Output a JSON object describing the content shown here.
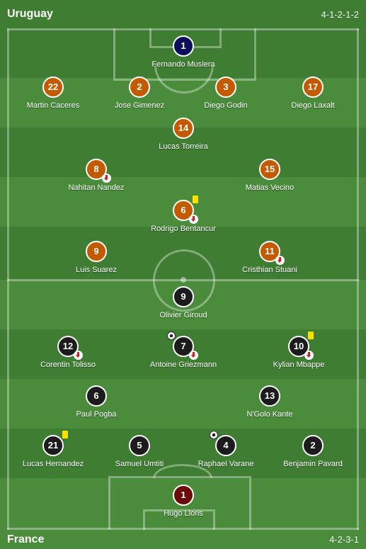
{
  "colors": {
    "pitch_dark": "#3f7d33",
    "pitch_light": "#4a8c3c",
    "uruguay_player": "#c45a00",
    "uruguay_keeper": "#0b0f5a",
    "france_player": "#1c1c1c",
    "france_keeper": "#6a0a0a",
    "yellow_card": "#ffe000",
    "sub_arrow": "#d41c1c"
  },
  "home": {
    "name": "Uruguay",
    "formation": "4-1-2-1-2",
    "players": [
      {
        "number": "1",
        "name": "Fernando Muslera",
        "role": "keeper",
        "sub": false,
        "yellow": false,
        "goal": false
      },
      {
        "number": "22",
        "name": "Martin Caceres",
        "role": "outfield",
        "sub": false,
        "yellow": false,
        "goal": false
      },
      {
        "number": "2",
        "name": "Jose Gimenez",
        "role": "outfield",
        "sub": false,
        "yellow": false,
        "goal": false
      },
      {
        "number": "3",
        "name": "Diego Godin",
        "role": "outfield",
        "sub": false,
        "yellow": false,
        "goal": false
      },
      {
        "number": "17",
        "name": "Diego Laxalt",
        "role": "outfield",
        "sub": false,
        "yellow": false,
        "goal": false
      },
      {
        "number": "14",
        "name": "Lucas Torreira",
        "role": "outfield",
        "sub": false,
        "yellow": false,
        "goal": false
      },
      {
        "number": "8",
        "name": "Nahitan Nandez",
        "role": "outfield",
        "sub": true,
        "yellow": false,
        "goal": false
      },
      {
        "number": "15",
        "name": "Matias Vecino",
        "role": "outfield",
        "sub": false,
        "yellow": false,
        "goal": false
      },
      {
        "number": "6",
        "name": "Rodrigo Bentancur",
        "role": "outfield",
        "sub": true,
        "yellow": true,
        "goal": false
      },
      {
        "number": "9",
        "name": "Luis Suarez",
        "role": "outfield",
        "sub": false,
        "yellow": false,
        "goal": false
      },
      {
        "number": "11",
        "name": "Cristhian Stuani",
        "role": "outfield",
        "sub": true,
        "yellow": false,
        "goal": false
      }
    ]
  },
  "away": {
    "name": "France",
    "formation": "4-2-3-1",
    "players": [
      {
        "number": "9",
        "name": "Olivier Giroud",
        "role": "outfield",
        "sub": false,
        "yellow": false,
        "goal": false
      },
      {
        "number": "12",
        "name": "Corentin Tolisso",
        "role": "outfield",
        "sub": true,
        "yellow": false,
        "goal": false
      },
      {
        "number": "7",
        "name": "Antoine Griezmann",
        "role": "outfield",
        "sub": true,
        "yellow": false,
        "goal": true
      },
      {
        "number": "10",
        "name": "Kylian Mbappe",
        "role": "outfield",
        "sub": true,
        "yellow": true,
        "goal": false
      },
      {
        "number": "6",
        "name": "Paul Pogba",
        "role": "outfield",
        "sub": false,
        "yellow": false,
        "goal": false
      },
      {
        "number": "13",
        "name": "N'Golo Kante",
        "role": "outfield",
        "sub": false,
        "yellow": false,
        "goal": false
      },
      {
        "number": "21",
        "name": "Lucas Hernandez",
        "role": "outfield",
        "sub": false,
        "yellow": true,
        "goal": false
      },
      {
        "number": "5",
        "name": "Samuel Umtiti",
        "role": "outfield",
        "sub": false,
        "yellow": false,
        "goal": false
      },
      {
        "number": "4",
        "name": "Raphael Varane",
        "role": "outfield",
        "sub": false,
        "yellow": false,
        "goal": true
      },
      {
        "number": "2",
        "name": "Benjamin Pavard",
        "role": "outfield",
        "sub": false,
        "yellow": false,
        "goal": false
      },
      {
        "number": "1",
        "name": "Hugo Lloris",
        "role": "keeper",
        "sub": false,
        "yellow": false,
        "goal": false
      }
    ]
  }
}
